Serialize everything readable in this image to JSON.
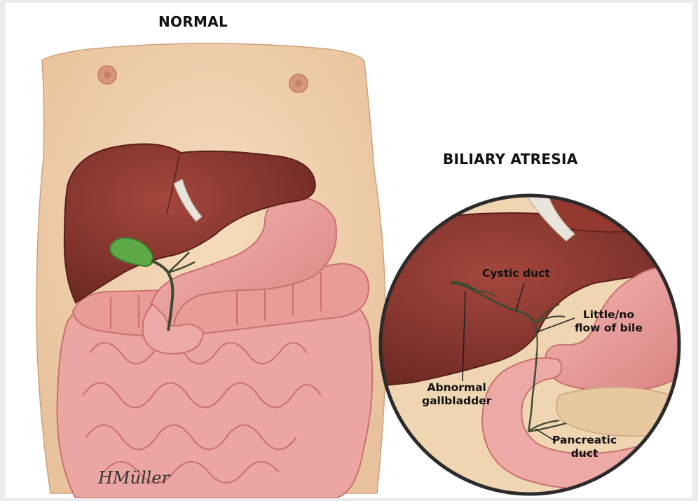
{
  "headings": {
    "normal": "NORMAL",
    "biliary_atresia": "BILIARY ATRESIA"
  },
  "labels": {
    "cystic_duct": "Cystic duct",
    "little_flow_line1": "Little/no",
    "little_flow_line2": "flow of bile",
    "abnormal_line1": "Abnormal",
    "abnormal_line2": "gallbladder",
    "pancreatic_line1": "Pancreatic",
    "pancreatic_line2": "duct"
  },
  "signature": "HMüller",
  "colors": {
    "skin": "#f1d4b0",
    "liver": "#8e3a32",
    "intestine": "#eba5a2",
    "gallbladder": "#5faa48",
    "duct": "#3e4a32"
  }
}
